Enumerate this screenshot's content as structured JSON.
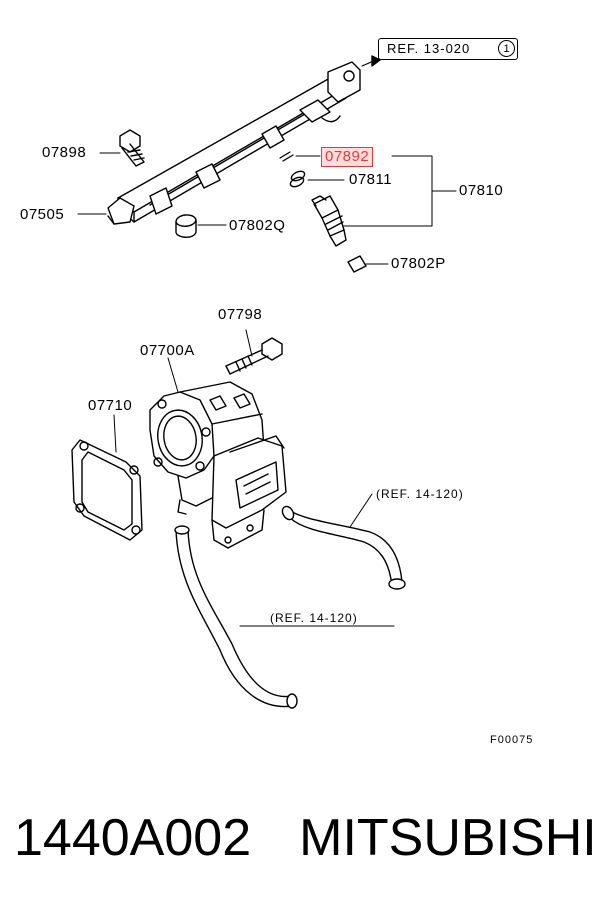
{
  "labels": {
    "p07898": "07898",
    "p07892": "07892",
    "p07811": "07811",
    "p07810": "07810",
    "p07505": "07505",
    "p07802q": "07802Q",
    "p07802p": "07802P",
    "p07798": "07798",
    "p07700a": "07700A",
    "p07710": "07710"
  },
  "refs": {
    "top": "REF. 13-020",
    "top_circle": "1",
    "hose_upper": "(REF. 14-120)",
    "hose_lower": "(REF. 14-120)"
  },
  "figure_code": "F00075",
  "caption": {
    "part_number": "1440A002",
    "brand": "MITSUBISHI"
  },
  "colors": {
    "highlight": "#e23a3a",
    "line": "#000000"
  }
}
